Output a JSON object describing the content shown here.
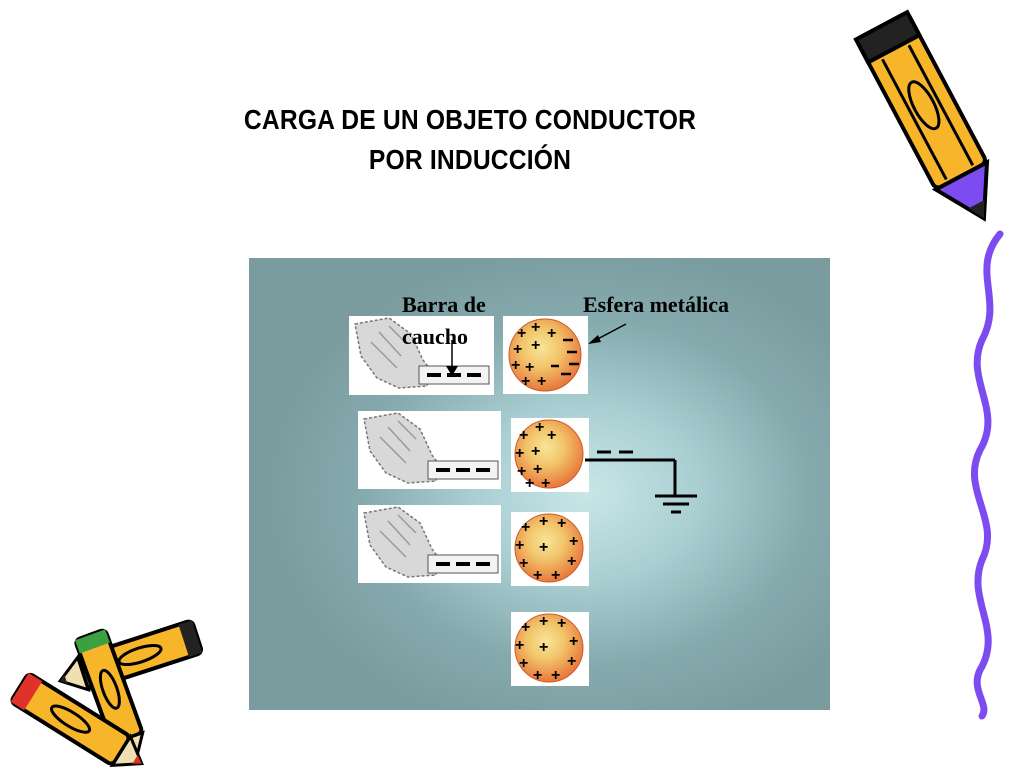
{
  "title": {
    "line1": "CARGA DE UN OBJETO CONDUCTOR",
    "line2": "POR INDUCCIÓN"
  },
  "labels": {
    "rod_line1": "Barra de",
    "rod_line2": "caucho",
    "sphere": "Esfera metálica"
  },
  "colors": {
    "panel": "#85aaad",
    "sphere_outer": "#e8783c",
    "sphere_inner": "#f2d27a",
    "pencil_body": "#f7b52a",
    "pencil_wavy": "#7c4cf0"
  },
  "icons": [
    "hand-holding-rod",
    "metal-sphere",
    "ground-symbol",
    "pencil",
    "wavy-line"
  ]
}
